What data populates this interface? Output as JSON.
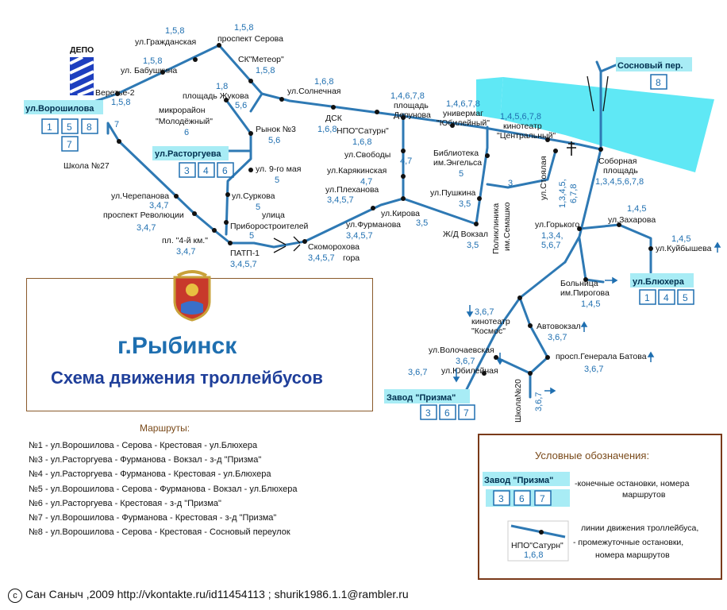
{
  "depot": "ДЕПО",
  "terminals": {
    "voroshilova": {
      "name": "ул.Ворошилова",
      "routes": [
        "1",
        "5",
        "8",
        "7"
      ]
    },
    "rastorgueva": {
      "name": "ул.Расторгуева",
      "routes": [
        "3",
        "4",
        "6"
      ]
    },
    "sosnovy": {
      "name": "Сосновый пер.",
      "routes": [
        "8"
      ]
    },
    "blyukhera": {
      "name": "ул.Блюхера",
      "routes": [
        "1",
        "4",
        "5"
      ]
    },
    "prizma": {
      "name": "Завод \"Призма\"",
      "routes": [
        "3",
        "6",
        "7"
      ]
    }
  },
  "stops": {
    "grazhdanskaya": "ул.Гражданская",
    "grazhdanskaya_r": "1,5,8",
    "serova": "проспект Серова",
    "serova_r": "1,5,8",
    "meteor": "СК\"Метеор\"",
    "meteor_r": "1,5,8",
    "babushkina": "ул. Бабушкина",
    "babushkina_r": "1,5,8",
    "veretye": "Веретье-2",
    "veretye_r": "1,5,8",
    "zhukova": "площадь Жукова",
    "zhukova_r_top": "1,8",
    "zhukova_r": "5,6",
    "solnechnaya": "ул.Солнечная",
    "solnechnaya_r": "1,6,8",
    "dsk": "ДСК",
    "dsk_r": "1,6,8",
    "mikro1": "микрорайон",
    "mikro2": "\"Молодёжный\"",
    "mikro_r": "6",
    "vor_r": "7",
    "rynok": "Рынок №3",
    "rynok_r": "5,6",
    "saturn": "НПО\"Сатурн\"",
    "saturn_r": "1,6,8",
    "derunova1": "площадь",
    "derunova2": "Дерунова",
    "derunova_r": "1,4,6,7,8",
    "yubil1": "универмаг",
    "yubil2": "\"Юбилейный\"",
    "yubil_r": "1,4,6,7,8",
    "central1": "кинотеатр",
    "central2": "\"Центральный\"",
    "central_r": "1,4,5,6,7,8",
    "shkola27": "Школа №27",
    "svobody": "ул.Свободы",
    "svobody_r": "4,7",
    "engels1": "Библиотека",
    "engels2": "им.Энгельса",
    "engels_r": "5",
    "sobornaya1": "Соборная",
    "sobornaya2": "площадь",
    "sobornaya_r": "1,3,4,5,6,7,8",
    "may9": "ул. 9-го мая",
    "may9_r": "5",
    "karyakinskaya": "ул.Карякинская",
    "karyakinskaya_r": "4,7",
    "cherepanova": "ул.Черепанова",
    "cherepanova_r": "3,4,7",
    "surkova": "ул.Суркова",
    "surkova_r": "5",
    "plekhanova": "ул.Плеханова",
    "plekhanova_r": "3,4,5,7",
    "pushkina": "ул.Пушкина",
    "pushkina_r": "3,5",
    "stoyalaya": "ул.Стоялая",
    "stoyalaya_r": "1,3,4,5,",
    "stoyalaya_r2": "6,7,8",
    "zakharova": "ул.Захарова",
    "zakharova_r": "1,4,5",
    "revolyucii": "проспект Революции",
    "revolyucii_r": "3,4,7",
    "ulica": "улица",
    "priborostr": "Приборостроителей",
    "priborostr_r": "5",
    "kirova": "ул.Кирова",
    "kirova_r": "3,5",
    "furmanova": "ул.Фурманова",
    "furmanova_r": "3,4,5,7",
    "vokzal": "Ж/Д Вокзал",
    "vokzal_r": "3,5",
    "poliklinika1": "Поликлиника",
    "poliklinika2": "им.Семашко",
    "poliklinika_r": "3",
    "gorkogo": "ул.Горького",
    "gorkogo_r": "1,3,4,",
    "gorkogo_r2": "5,6,7",
    "kuibysheva": "ул.Куйбышева",
    "kuibysheva_r": "1,4,5",
    "km4": "пл. \"4-й км.\"",
    "km4_r": "3,4,7",
    "patp": "ПАТП-1",
    "patp_r": "3,4,5,7",
    "skomorokhova1": "Скоморохова",
    "skomorokhova2": "гора",
    "skomorokhova_r": "3,4,5,7",
    "pirogova1": "Больница",
    "pirogova2": "им.Пирогова",
    "pirogova_r": "1,4,5",
    "kosmos_r": "3,6,7",
    "kosmos1": "кинотеатр",
    "kosmos2": "\"Космос\"",
    "avtovokzal": "Автовокзал",
    "avtovokzal_r": "3,6,7",
    "volochaevskaya": "ул.Волочаевская",
    "volochaevskaya_r": "3,6,7",
    "batova": "просп.Генерала Батова",
    "batova_r": "3,6,7",
    "yubileynaya": "ул.Юбилейная",
    "yubileynaya_r": "3,6,7",
    "shkola20": "Школа№20",
    "shkola20_r": "3,6,7"
  },
  "title": {
    "city": "г.Рыбинск",
    "subtitle": "Схема движения троллейбусов"
  },
  "routes_header": "Маршруты:",
  "routes": [
    "№1 - ул.Ворошилова - Серова - Крестовая - ул.Блюхера",
    "№3 - ул.Расторгуева - Фурманова - Вокзал - з-д \"Призма\"",
    "№4 - ул.Расторгуева - Фурманова - Крестовая - ул.Блюхера",
    "№5 - ул.Ворошилова - Серова - Фурманова - Вокзал - ул.Блюхера",
    "№6 - ул.Расторгуева - Крестовая - з-д \"Призма\"",
    "№7 - ул.Ворошилова - Фурманова - Крестовая - з-д \"Призма\"",
    "№8 - ул.Ворошилова - Серова - Крестовая - Сосновый переулок"
  ],
  "legend": {
    "title": "Условные обозначения:",
    "terminal_name": "Завод \"Призма\"",
    "terminal_routes": [
      "3",
      "6",
      "7"
    ],
    "terminal_desc1": "-конечные остановки, номера",
    "terminal_desc2": "маршрутов",
    "line_stop": "НПО\"Сатурн\"",
    "line_routes": "1,6,8",
    "line_desc1": "линии движения троллейбуса,",
    "line_desc2": "- промежуточные остановки,",
    "line_desc3": "номера маршрутов"
  },
  "copyright_symbol": "c",
  "copyright": "Сан Саныч ,2009  http://vkontakte.ru/id11454113 ; shurik1986.1.1@rambler.ru",
  "colors": {
    "line": "#2e79b4",
    "water": "#5fe8f5",
    "terminal_bg": "#a8ecf5",
    "border": "#7a3a1a"
  }
}
